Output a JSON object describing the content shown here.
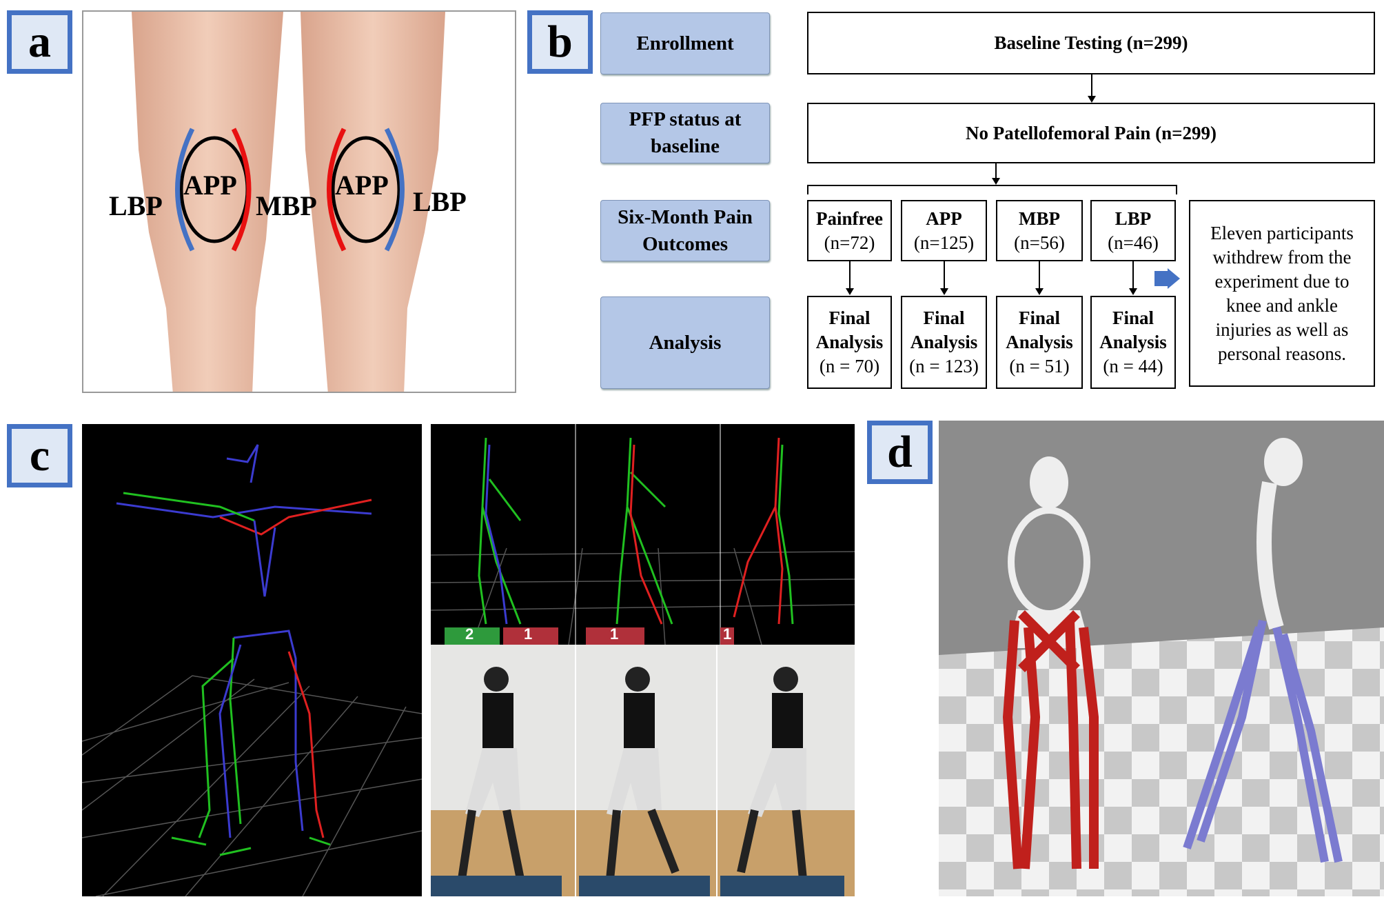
{
  "panels": {
    "a": "a",
    "b": "b",
    "c": "c",
    "d": "d"
  },
  "panel_a": {
    "labels": {
      "app_left": "APP",
      "app_right": "APP",
      "lbp_left": "LBP",
      "mbp": "MBP",
      "lbp_right": "LBP"
    }
  },
  "panel_b": {
    "stages": [
      "Enrollment",
      "PFP status at baseline",
      "Six-Month Pain Outcomes",
      "Analysis"
    ],
    "baseline": "Baseline Testing (n=299)",
    "no_pfp": "No Patellofemoral Pain (n=299)",
    "groups": [
      {
        "name": "Painfree",
        "n": "(n=72)",
        "final": "Final",
        "final2": "Analysis",
        "final_n": "(n = 70)"
      },
      {
        "name": "APP",
        "n": "(n=125)",
        "final": "Final",
        "final2": "Analysis",
        "final_n": "(n = 123)"
      },
      {
        "name": "MBP",
        "n": "(n=56)",
        "final": "Final",
        "final2": "Analysis",
        "final_n": "(n = 51)"
      },
      {
        "name": "LBP",
        "n": "(n=46)",
        "final": "Final",
        "final2": "Analysis",
        "final_n": "(n = 44)"
      }
    ],
    "withdrawal": "Eleven participants withdrew from the experiment due to knee and ankle injuries as well as personal reasons."
  },
  "panel_c": {
    "floor_tiles": [
      "2",
      "1",
      "1",
      "1"
    ]
  },
  "colors": {
    "label_border": "#4472c4",
    "stage_fill": "#b4c7e7",
    "lateral": "#4472c4",
    "medial": "#e81010",
    "muscle_front": "#c0201c",
    "muscle_side": "#7b7bd0"
  }
}
